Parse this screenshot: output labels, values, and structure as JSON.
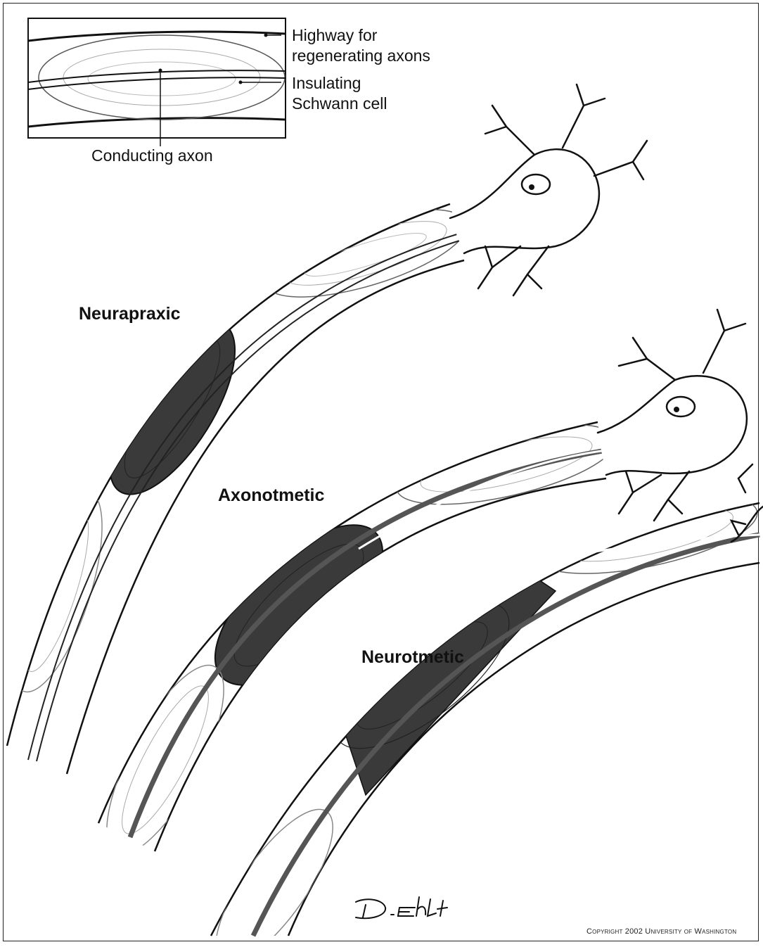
{
  "inset": {
    "labels": {
      "highway": "Highway for regenerating axons",
      "highway_line1": "Highway for",
      "highway_line2": "regenerating axons",
      "schwann_line1": "Insulating",
      "schwann_line2": "Schwann cell",
      "axon": "Conducting axon"
    }
  },
  "stages": [
    {
      "label": "Neurapraxic"
    },
    {
      "label": "Axonotmetic"
    },
    {
      "label": "Neurotmetic"
    }
  ],
  "signature": "D.Ehlert",
  "copyright": "Copyright 2002 University of Washington",
  "colors": {
    "ink": "#111111",
    "injury": "#3a3a3a",
    "faint": "#9a9a9a"
  }
}
